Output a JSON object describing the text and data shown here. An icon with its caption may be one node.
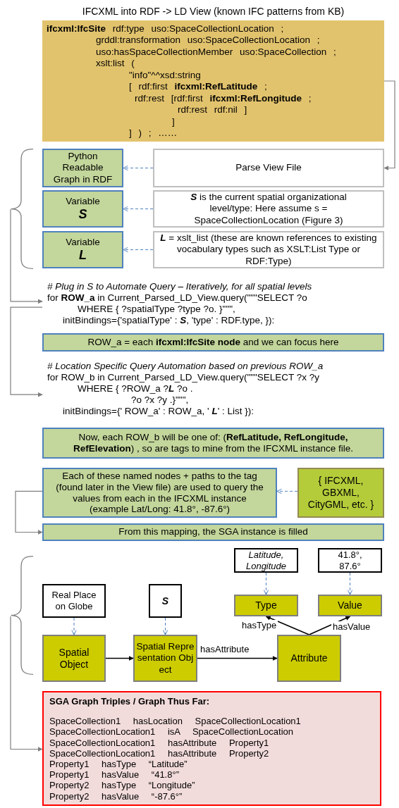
{
  "diagram": {
    "title": "IFCXML into RDF -> LD View (known IFC patterns from KB)",
    "nodes": [
      {
        "text": [
          "**ifcxml:IfcSite** rdf:type uso:SpaceCollectionLocation ;",
          "grddl:transformation uso:SpaceCollectionLocation ;",
          "uso:hasSpaceCollectionMember uso:SpaceCollection ;",
          "xslt:list (",
          "\"info\"^^xsd:string",
          "[ rdf:first **ifcxml:RefLatitude** ;",
          "rdf:rest [rdf:first **ifcxml:RefLongitude** ;",
          "rdf:rest rdf:nil ]",
          "]",
          "] ) ; ……"
        ]
      },
      {
        "text": [
          "Python Readable Graph in RDF"
        ]
      },
      {
        "text": [
          "Parse View File"
        ]
      },
      {
        "text": [
          "Variable",
          "S"
        ]
      },
      {
        "text": [
          "*S* is the current spatial organizational level/type: Here assume s = SpaceCollectionLocation (Figure 3)"
        ]
      },
      {
        "text": [
          "Variable",
          "L"
        ]
      },
      {
        "text": [
          "*L* = xslt_list (these are known references to existing vocabulary types such as XSLT:List Type or RDF:Type)"
        ]
      },
      {
        "text": [
          "# Plug in S to Automate Query – Iteratively, for all spatial levels",
          "for **ROW_a** in Current_Parsed_LD_View.query(\"\"\"SELECT ?o",
          "WHERE { ?spatialType ?type ?o. }\"\"\",",
          "initBindings={'spatialType' : *S*, 'type' : RDF.type, }):"
        ]
      },
      {
        "text": [
          "ROW_a = each **ifcxml:IfcSite node** and we can focus here"
        ]
      },
      {
        "text": [
          "# Location Specific Query Automation based on previous ROW_a",
          "for ROW_b in Current_Parsed_LD_View.query(\"\"\"SELECT ?x ?y",
          "WHERE { ?ROW_a ?*L* ?o .",
          "?o ?x ?y .}\"\"\",",
          "initBindings={' ROW_a' : ROW_a, ' *L*' : List }):"
        ]
      },
      {
        "text": [
          "Now, each ROW_b will be one of: (**RefLatitude, RefLongitude, RefElevation**) , so are tags to mine from the IFCXML instance file."
        ]
      },
      {
        "text": [
          "Each of these named nodes + paths to the tag (found later in the View file) are used to query the values from each in the IFCXML instance (example Lat/Long: 41.8°, -87.6°)"
        ]
      },
      {
        "text": [
          "{ IFCXML, GBXML, CityGML, etc. }"
        ]
      },
      {
        "text": [
          "From this mapping, the SGA instance is filled"
        ]
      },
      {
        "text": [
          "Real Place on Globe"
        ]
      },
      {
        "text": [
          "S"
        ]
      },
      {
        "text": [
          "Latitude, Longitude"
        ]
      },
      {
        "text": [
          "41.8°, 87.6°"
        ]
      },
      {
        "text": [
          "Type"
        ]
      },
      {
        "text": [
          "Value"
        ]
      },
      {
        "text": [
          "Spatial Object"
        ]
      },
      {
        "text": [
          "Spatial Representation Object"
        ]
      },
      {
        "text": [
          "Attribute"
        ]
      },
      {
        "text": [
          "SGA Graph Triples / Graph Thus Far:",
          "SpaceCollection1 hasLocation SpaceCollectionLocation1",
          "SpaceCollectionLocation1 isA SpaceCollectionLocation",
          "SpaceCollectionLocation1 hasAttribute Property1",
          "SpaceCollectionLocation1 hasAttribute Property2",
          "Property1 hasType “Latitude”",
          "Property1 hasValue “41.8°”",
          "Property2 hasType “Longitude”",
          "Property2 hasValue “-87.6°”"
        ]
      },
      {
        "text": [],
        "shape": "brace"
      },
      {
        "text": [],
        "shape": "brace"
      }
    ],
    "edges": [
      {
        "from": 0,
        "to": 2,
        "arrow": "to",
        "color": "#7f7f7f"
      },
      {
        "from": 2,
        "to": 1,
        "arrow": "to",
        "style": "dashed"
      },
      {
        "from": 4,
        "to": 3,
        "arrow": "to",
        "style": "dashed"
      },
      {
        "from": 6,
        "to": 5,
        "arrow": "to",
        "style": "dashed"
      },
      {
        "from": 24,
        "to": 7,
        "arrow": "to",
        "color": "#7f7f7f"
      },
      {
        "from": 7,
        "to": 9,
        "arrow": "to",
        "color": "#7f7f7f"
      },
      {
        "from": 12,
        "to": 11,
        "arrow": "to",
        "style": "dashed"
      },
      {
        "from": 11,
        "to": 13,
        "arrow": "to",
        "color": "#7f7f7f"
      },
      {
        "from": 25,
        "to": 23,
        "arrow": "to",
        "color": "#7f7f7f"
      },
      {
        "from": 14,
        "to": 20,
        "arrow": "to",
        "style": "dashed"
      },
      {
        "from": 15,
        "to": 21,
        "arrow": "to",
        "style": "dashed"
      },
      {
        "from": 16,
        "to": 18,
        "arrow": "to",
        "style": "dashed"
      },
      {
        "from": 17,
        "to": 19,
        "arrow": "to",
        "style": "dashed"
      },
      {
        "from": 20,
        "to": 21,
        "arrow": "to",
        "color": "#000000"
      },
      {
        "from": 21,
        "to": 22,
        "arrow": "to",
        "label": "hasAttribute",
        "color": "#000000"
      },
      {
        "from": 22,
        "to": 18,
        "arrow": "to",
        "label": "hasType",
        "color": "#000000"
      },
      {
        "from": 22,
        "to": 19,
        "arrow": "to",
        "label": "hasValue",
        "color": "#000000"
      }
    ]
  }
}
